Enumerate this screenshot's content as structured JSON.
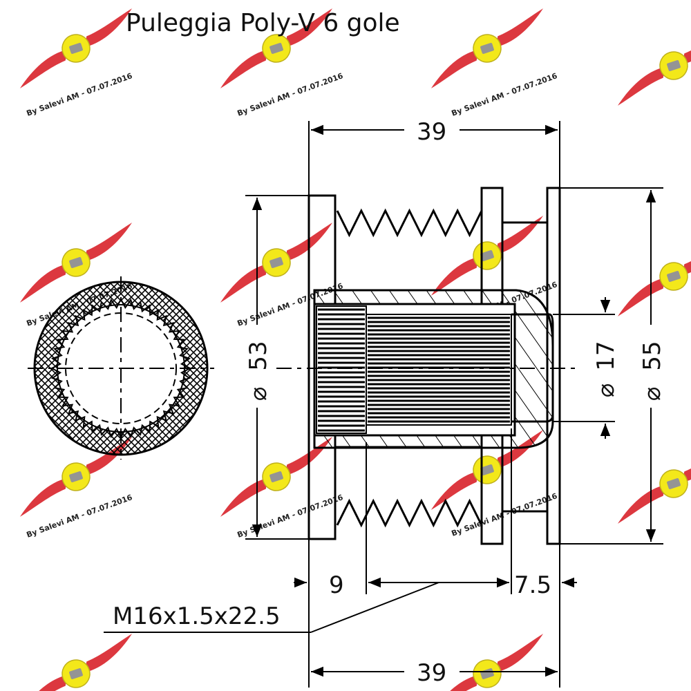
{
  "title": "Puleggia Poly-V 6 gole",
  "dimensions": {
    "overall_length_top": "39",
    "overall_length_bottom": "39",
    "diameter_flange_left": "53",
    "diameter_flange_right": "55",
    "diameter_bore": "17",
    "offset_left": "9",
    "offset_right": "7.5",
    "thread_spec": "M16x1.5x22.5",
    "diameter_symbol": "⌀"
  },
  "watermark": {
    "text": "By Salevi AM - 07.07.2016",
    "colors": {
      "wing": "#d9222a",
      "badge": "#f2e600"
    }
  },
  "colors": {
    "ink": "#000000",
    "background": "#ffffff"
  }
}
